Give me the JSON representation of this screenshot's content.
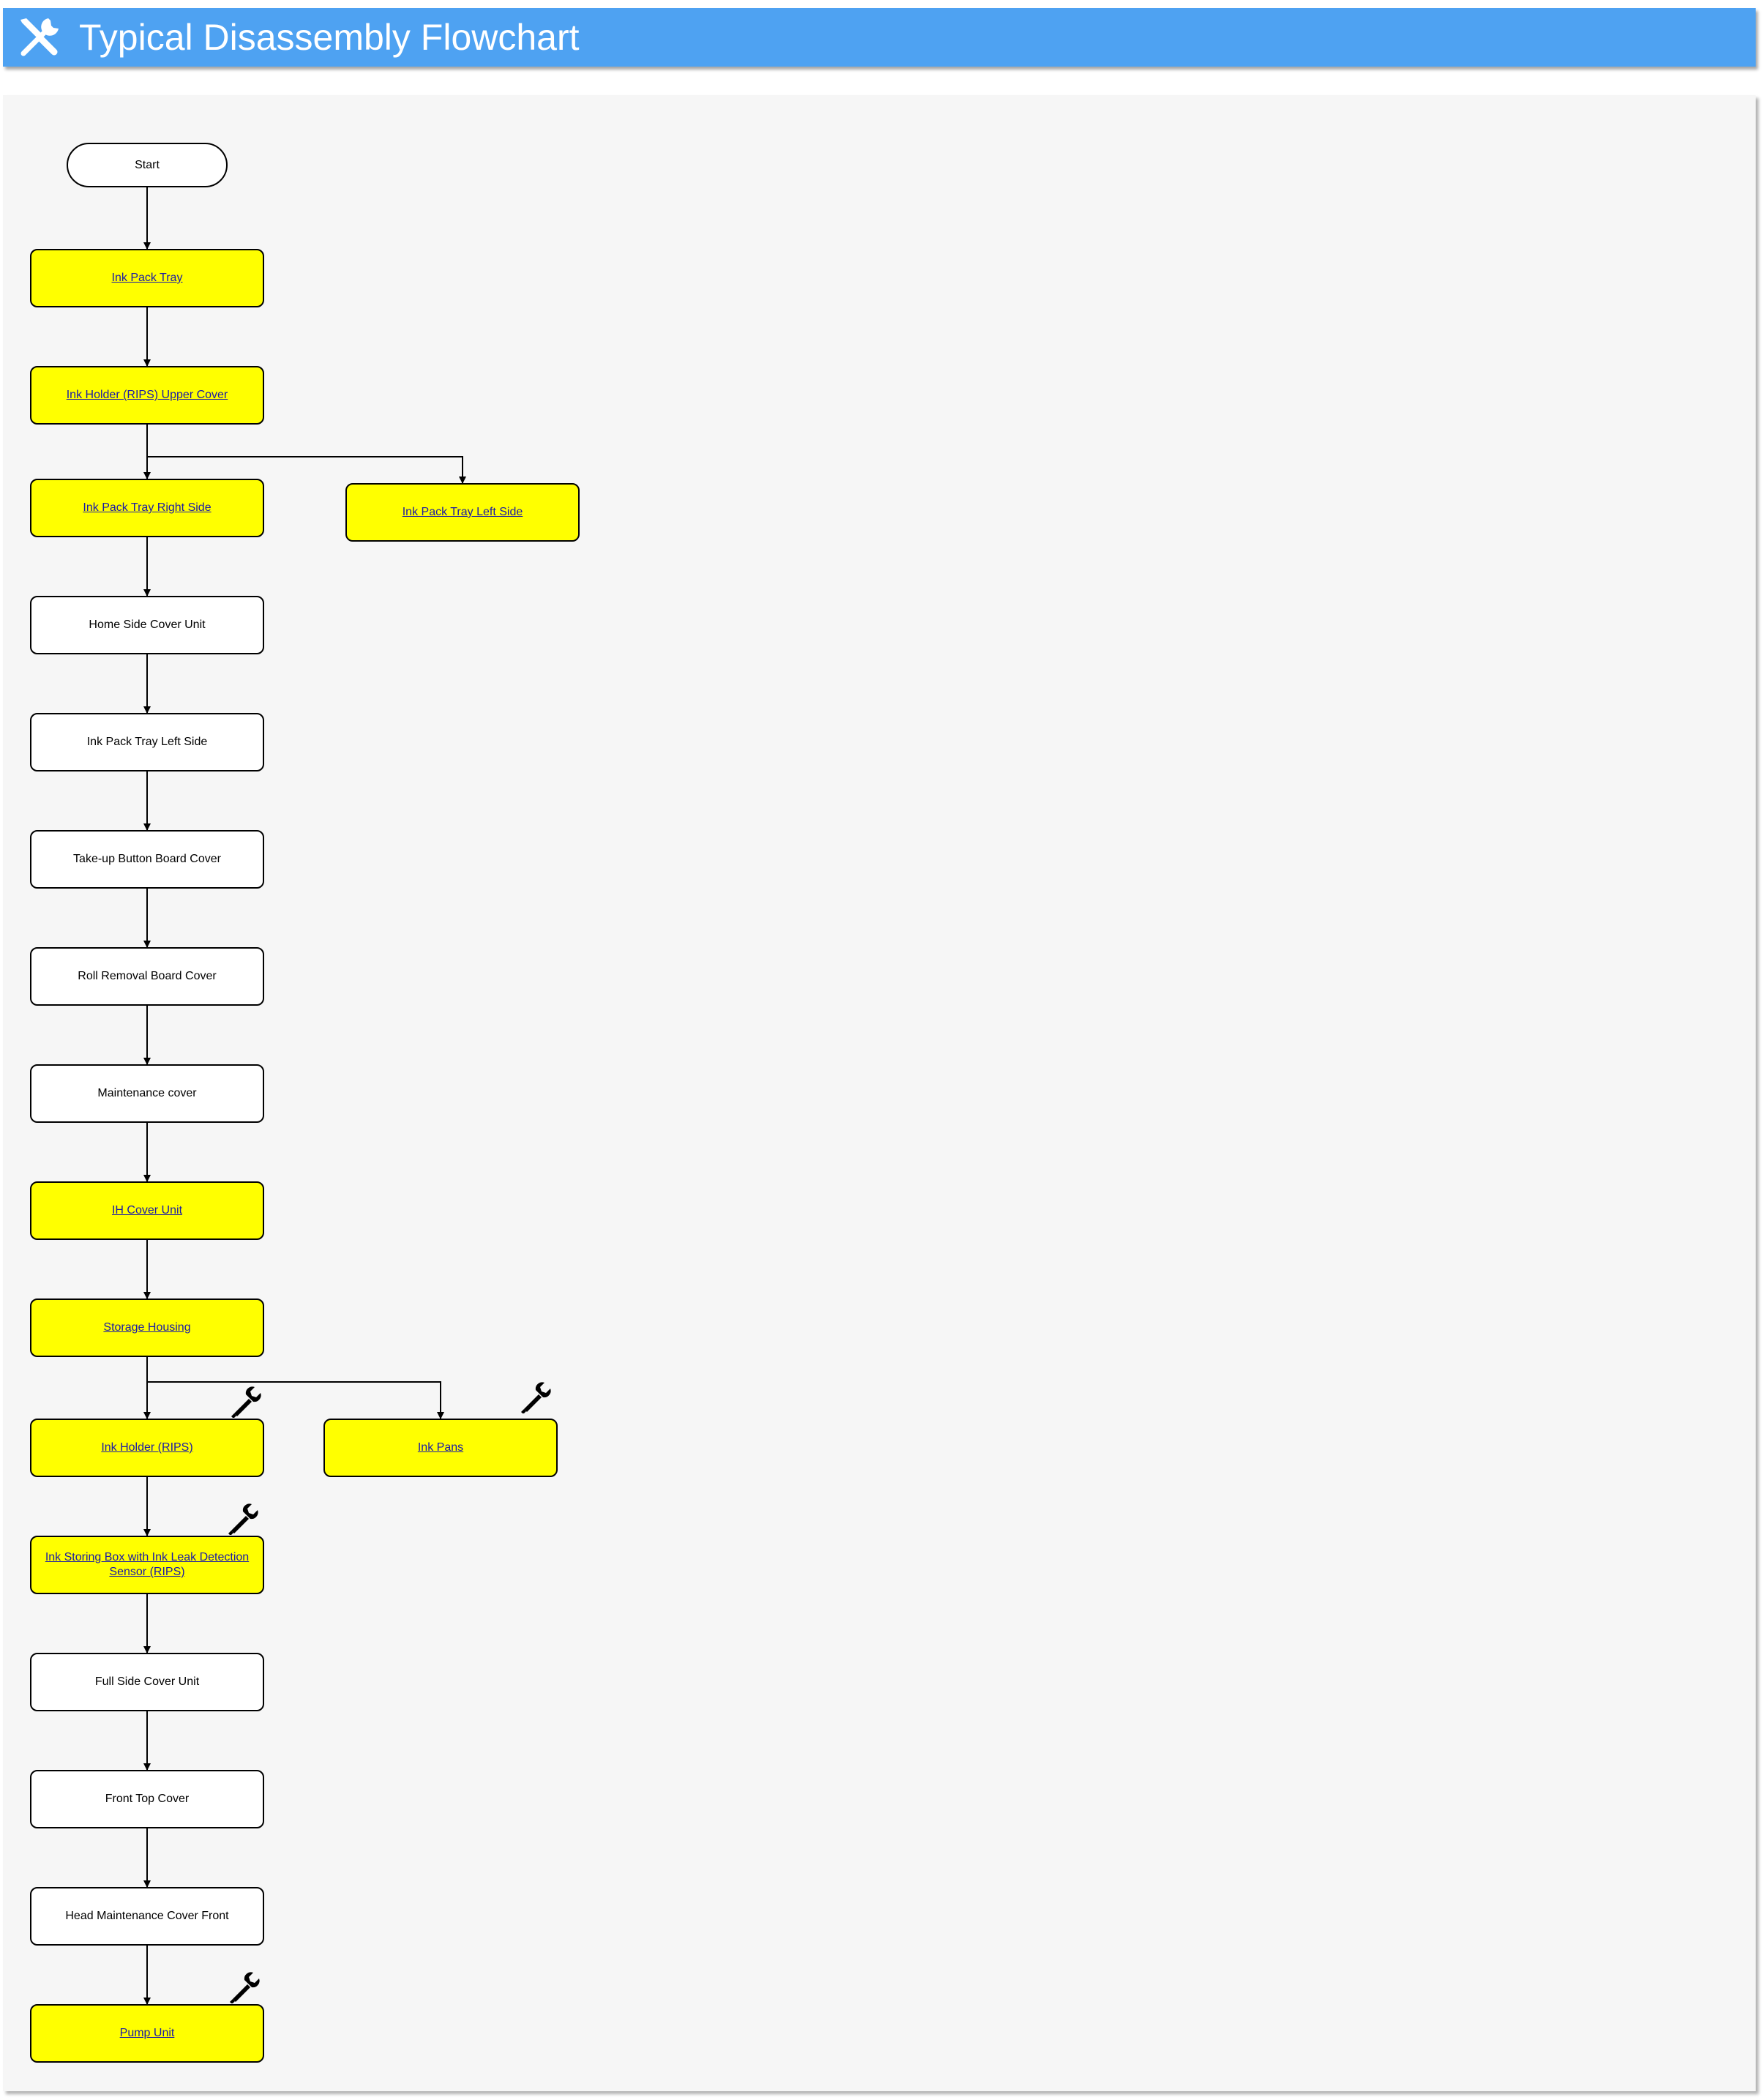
{
  "header": {
    "title": "Typical Disassembly Flowchart",
    "icon": "tools-icon",
    "background_color": "#4ea2f2"
  },
  "flowchart": {
    "start": "Start",
    "steps": [
      {
        "label": "Ink Pack Tray",
        "link": true
      },
      {
        "label": "Ink Holder (RIPS) Upper Cover",
        "link": true
      },
      {
        "label": "Ink Pack Tray Right Side",
        "link": true
      },
      {
        "label": "Ink Pack Tray Left Side",
        "link": true,
        "branch": true
      },
      {
        "label": "Home Side Cover Unit",
        "link": false
      },
      {
        "label": "Ink Pack Tray Left Side",
        "link": false
      },
      {
        "label": "Take-up Button Board Cover",
        "link": false
      },
      {
        "label": "Roll Removal Board Cover",
        "link": false
      },
      {
        "label": "Maintenance cover",
        "link": false
      },
      {
        "label": "IH Cover Unit",
        "link": true
      },
      {
        "label": "Storage Housing",
        "link": true
      },
      {
        "label": "Ink Holder (RIPS)",
        "link": true,
        "adjustment": true
      },
      {
        "label": "Ink Pans",
        "link": true,
        "branch": true,
        "adjustment": true
      },
      {
        "label": "Ink Storing Box with Ink Leak Detection Sensor (RIPS)",
        "link": true,
        "adjustment": true
      },
      {
        "label": "Full Side Cover Unit",
        "link": false
      },
      {
        "label": "Front Top Cover",
        "link": false
      },
      {
        "label": "Head Maintenance Cover Front",
        "link": false
      },
      {
        "label": "Pump Unit",
        "link": true,
        "adjustment": true
      }
    ],
    "colors": {
      "link_fill": "#ffff00",
      "plain_fill": "#ffffff",
      "link_text": "#1a1aa6"
    },
    "adjustment_icon": "wrench-icon"
  }
}
